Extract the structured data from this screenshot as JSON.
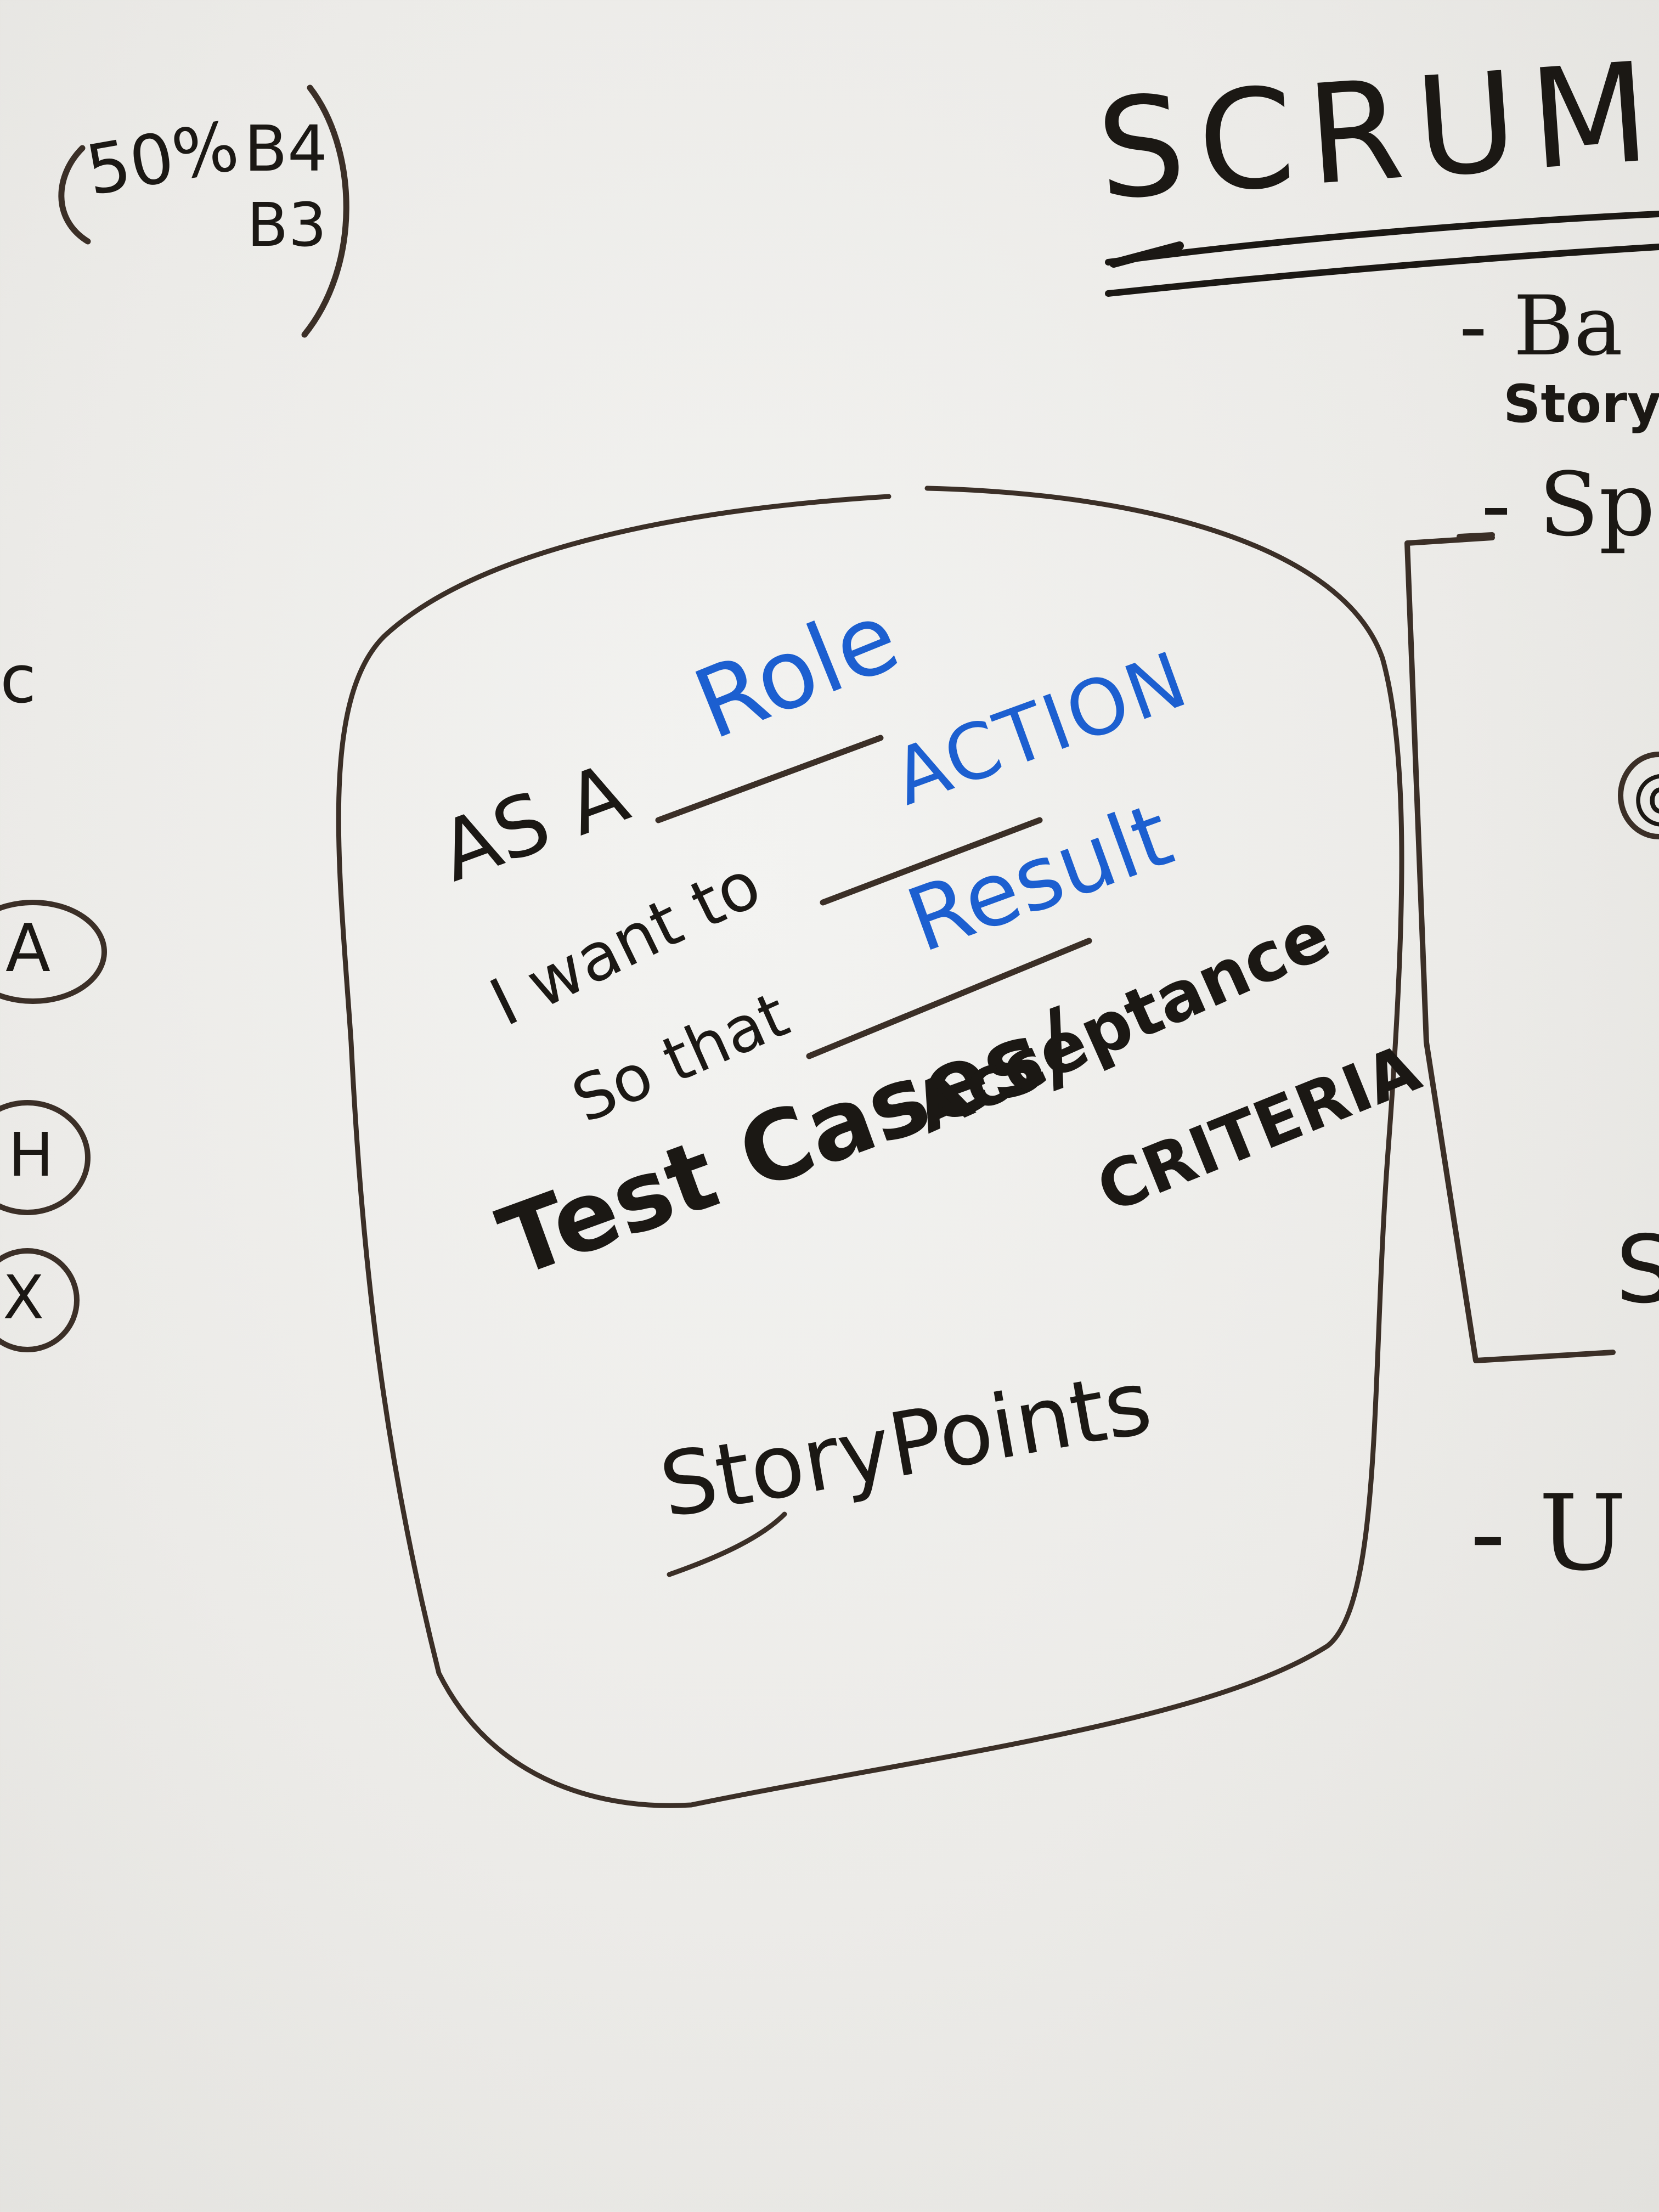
{
  "colors": {
    "board": "#eeedea",
    "marker_black": "#1b1814",
    "marker_brown": "#3b2f27",
    "marker_blue": "#1c5fd0"
  },
  "top_left_note": {
    "percent": "50%",
    "line1": "B4",
    "line2": "B3"
  },
  "scrum_title": "SCRUM",
  "right_list": {
    "item1": "- Ba",
    "item1_sub": "Story",
    "item2": "- Sp",
    "item3": "- U"
  },
  "left_edge": {
    "letter_c": "c",
    "circled_a": "A",
    "circled_h": "H",
    "circled_x": "X"
  },
  "right_edge_fragments": {
    "circle": "@",
    "s": "S"
  },
  "story_card": {
    "as_a": "AS A",
    "role": "Role",
    "i_want_to": "I want to",
    "action": "ACTION",
    "so_that": "So that",
    "result": "Result",
    "test_cases": "Test Cases/",
    "acceptance": "Acceptance",
    "criteria": "CRITERIA",
    "story_points": "StoryPoints"
  }
}
